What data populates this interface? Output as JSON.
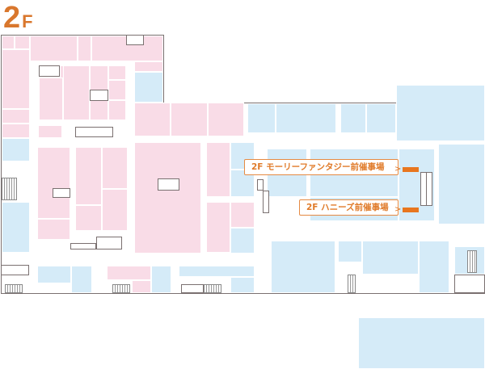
{
  "floor": {
    "number": "2",
    "suffix": "F"
  },
  "callouts": [
    {
      "label": "2F モーリーファンタジー前催事場"
    },
    {
      "label": "2F ハニーズ前催事場"
    }
  ],
  "colors": {
    "shop": "#f9dce7",
    "service": "#d5ebf8",
    "accent": "#e07b2a"
  }
}
